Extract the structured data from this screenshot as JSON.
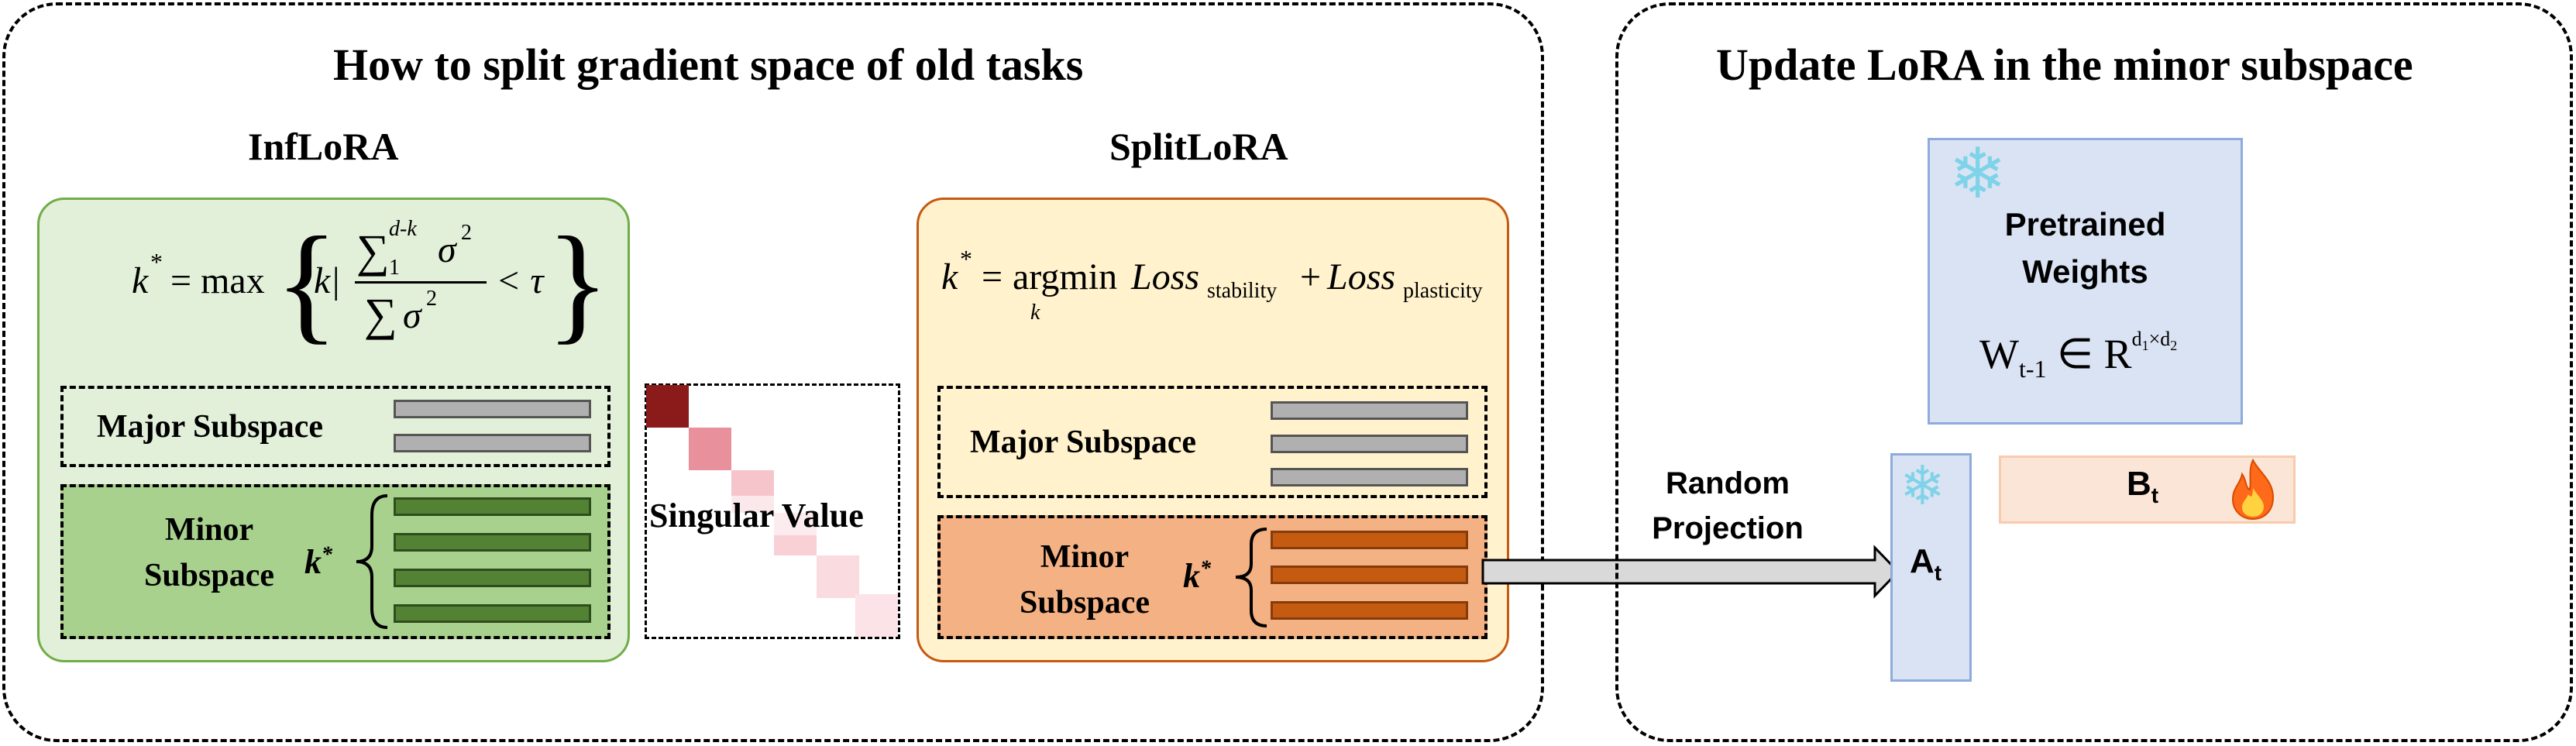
{
  "left_panel": {
    "title": "How to split gradient space of old tasks",
    "inflora": {
      "title": "InfLoRA",
      "formula": {
        "k": "k",
        "star": "*",
        "eq": "= max",
        "k_bar": "k|",
        "sum": "∑",
        "sum_upper": "d-k",
        "sum_lower": "1",
        "sigma": "σ",
        "sq": "2",
        "lt_tau": "< τ"
      },
      "major_label": "Major Subspace",
      "minor_label_line1": "Minor",
      "minor_label_line2": "Subspace",
      "k_star": "k",
      "k_star_sup": "*"
    },
    "singular_value_label": "Singular Value",
    "splitlora": {
      "title": "SplitLoRA",
      "formula": {
        "k": "k",
        "star": "*",
        "eq": "=",
        "argmin": "argmin",
        "sub_k": "k",
        "loss": "Loss",
        "stability": "stability",
        "plus": "+",
        "loss2": "Loss",
        "plasticity": "plasticity"
      },
      "major_label": "Major Subspace",
      "minor_label_line1": "Minor",
      "minor_label_line2": "Subspace",
      "k_star": "k",
      "k_star_sup": "*"
    }
  },
  "right_panel": {
    "title": "Update LoRA in the minor subspace",
    "pretrained_line1": "Pretrained",
    "pretrained_line2": "Weights",
    "w_main": "W",
    "w_sub": "t-1",
    "w_in": "∈ R",
    "w_sup_d1": "d",
    "w_sup_1": "1",
    "w_sup_x": "×d",
    "w_sup_2": "2",
    "random_line1": "Random",
    "random_line2": "Projection",
    "a_main": "A",
    "a_sub": "t",
    "b_main": "B",
    "b_sub": "t"
  },
  "colors": {
    "inflora_bg": "#e2efd9",
    "inflora_border": "#70ad47",
    "minor_green_bg": "#a9d18e",
    "splitlora_bg": "#fff2cc",
    "splitlora_border": "#c55a11",
    "minor_orange_bg": "#f4b183",
    "pretrained_bg": "#dae3f3",
    "pretrained_border": "#8faadc",
    "b_bg": "#fbe5d6",
    "sv_dark": "#8b1a1a"
  },
  "icons": [
    "snowflake-icon",
    "fire-icon",
    "arrow-right-icon",
    "brace-icon"
  ]
}
